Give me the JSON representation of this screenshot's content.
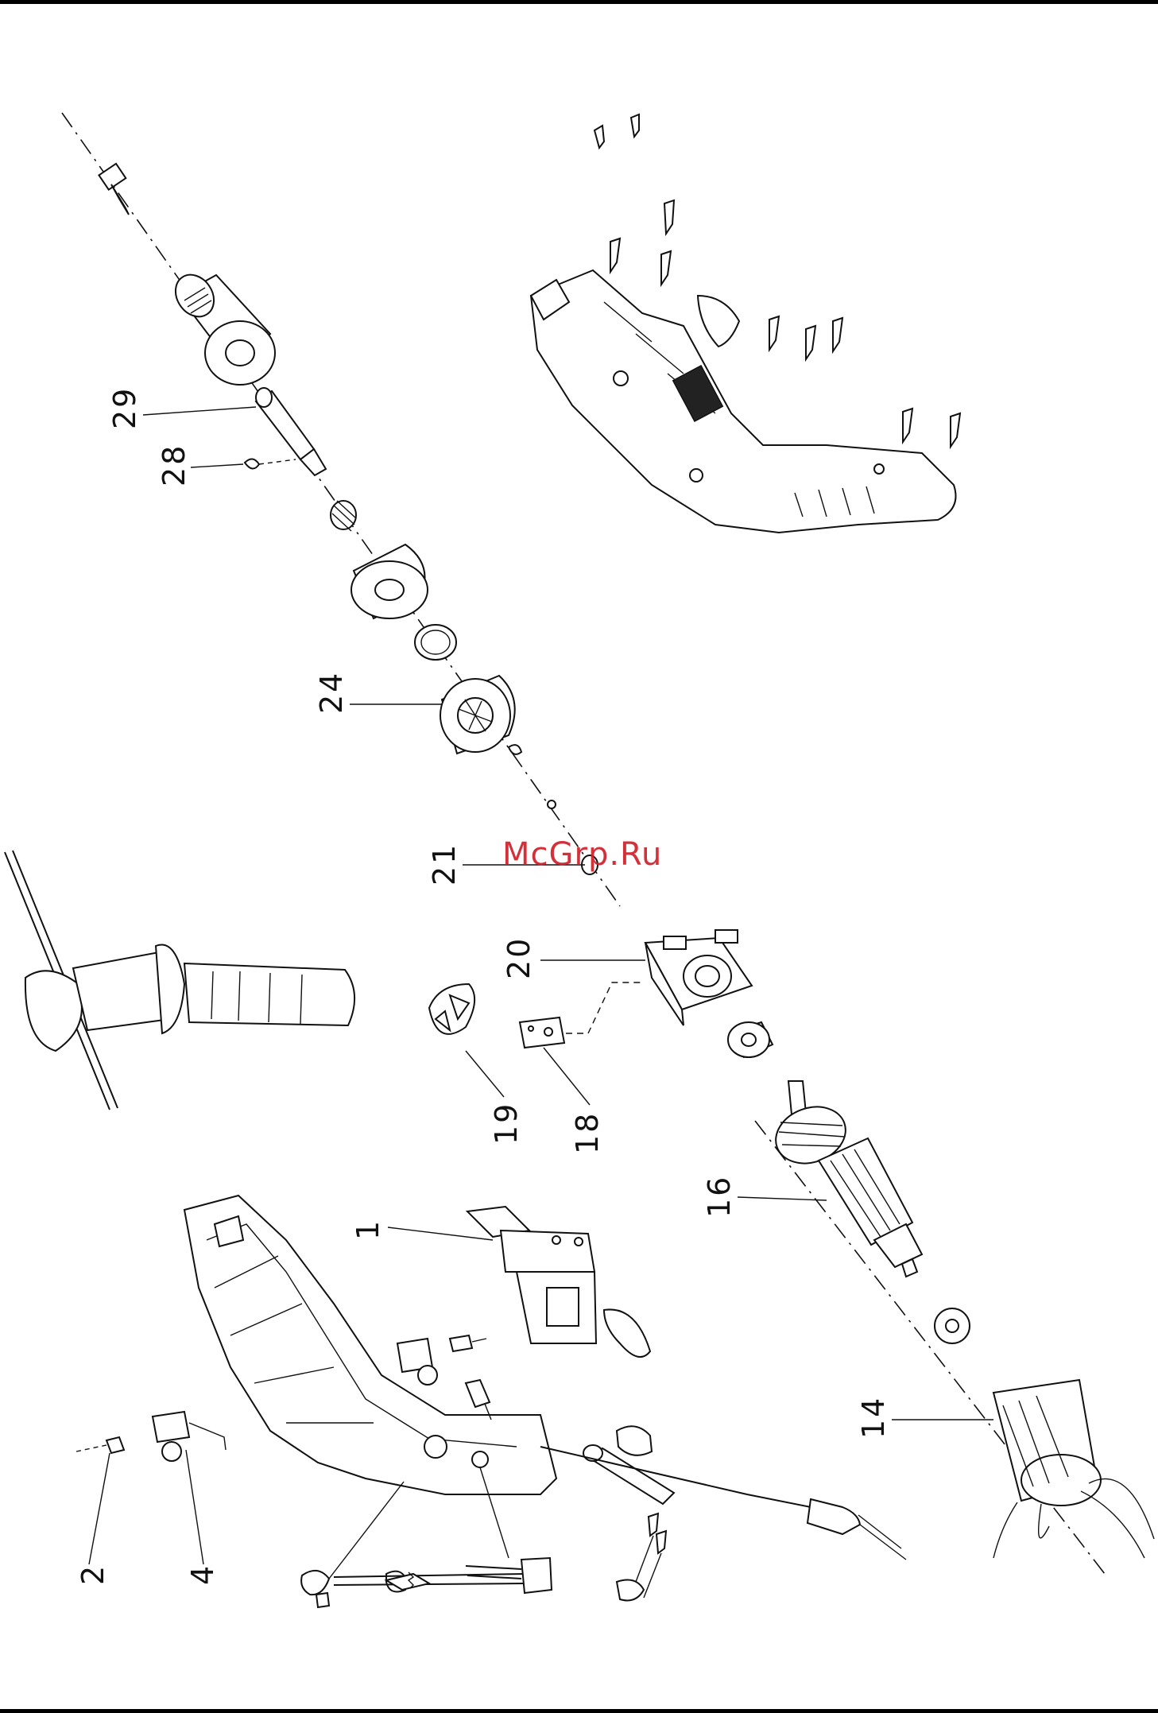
{
  "watermark": "McGrp.Ru",
  "labels": {
    "p29": "29",
    "p28": "28",
    "p24": "24",
    "p21": "21",
    "p20": "20",
    "p19": "19",
    "p18": "18",
    "p16": "16",
    "p14": "14",
    "p1": "1",
    "p2": "2",
    "p4": "4"
  }
}
